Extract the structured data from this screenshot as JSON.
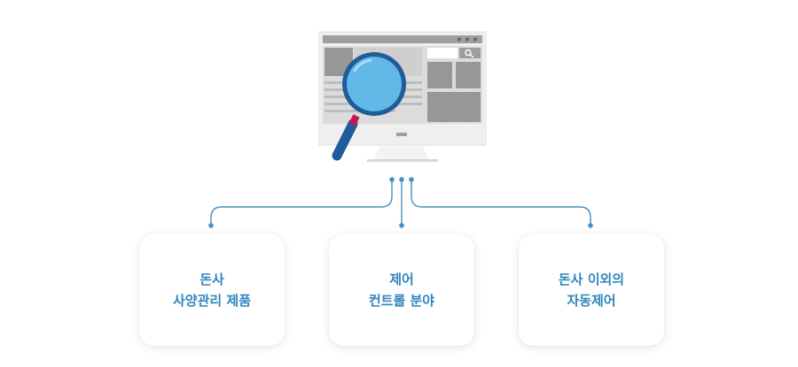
{
  "cards": [
    {
      "line1": "돈사",
      "line2": "사양관리 제품"
    },
    {
      "line1": "제어",
      "line2": "컨트롤 분야"
    },
    {
      "line1": "돈사 이외의",
      "line2": "자동제어"
    }
  ],
  "colors": {
    "accent_text": "#2f86be",
    "connector": "#4a8fc1",
    "magnifier_lens": "#62b9e8",
    "magnifier_handle": "#1f5c9a",
    "magnifier_ring": "#c2185b",
    "monitor_frame": "#efefef",
    "monitor_bar": "#9e9e9e"
  },
  "icons": {
    "monitor": "monitor-icon",
    "magnifier": "magnifier-icon"
  }
}
